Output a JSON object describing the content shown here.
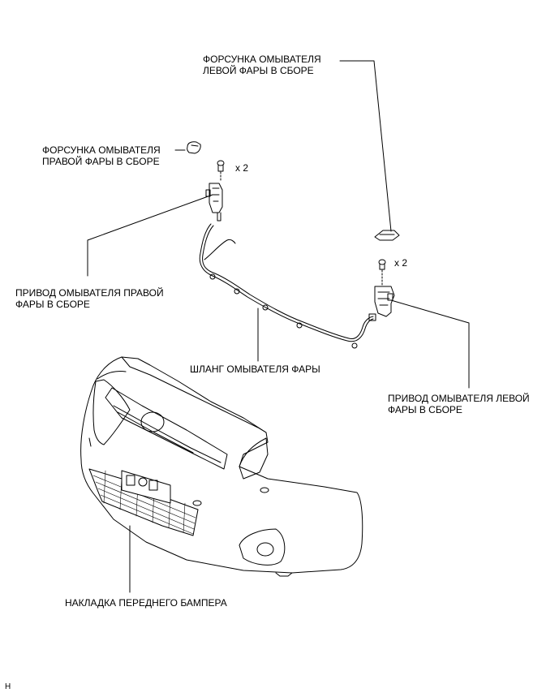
{
  "labels": {
    "left_nozzle": [
      "ФОРСУНКА ОМЫВАТЕЛЯ",
      "ЛЕВОЙ ФАРЫ В СБОРЕ"
    ],
    "right_nozzle": [
      "ФОРСУНКА ОМЫВАТЕЛЯ",
      "ПРАВОЙ ФАРЫ В СБОРЕ"
    ],
    "right_actuator": [
      "ПРИВОД ОМЫВАТЕЛЯ ПРАВОЙ",
      "ФАРЫ В СБОРЕ"
    ],
    "hose": "ШЛАНГ ОМЫВАТЕЛЯ ФАРЫ",
    "left_actuator": [
      "ПРИВОД ОМЫВАТЕЛЯ ЛЕВОЙ",
      "ФАРЫ В СБОРЕ"
    ],
    "bumper": "НАКЛАДКА ПЕРЕДНЕГО БАМПЕРА"
  },
  "quantities": {
    "right_bolts": "x 2",
    "left_bolts": "x 2"
  },
  "footer_code": "H"
}
